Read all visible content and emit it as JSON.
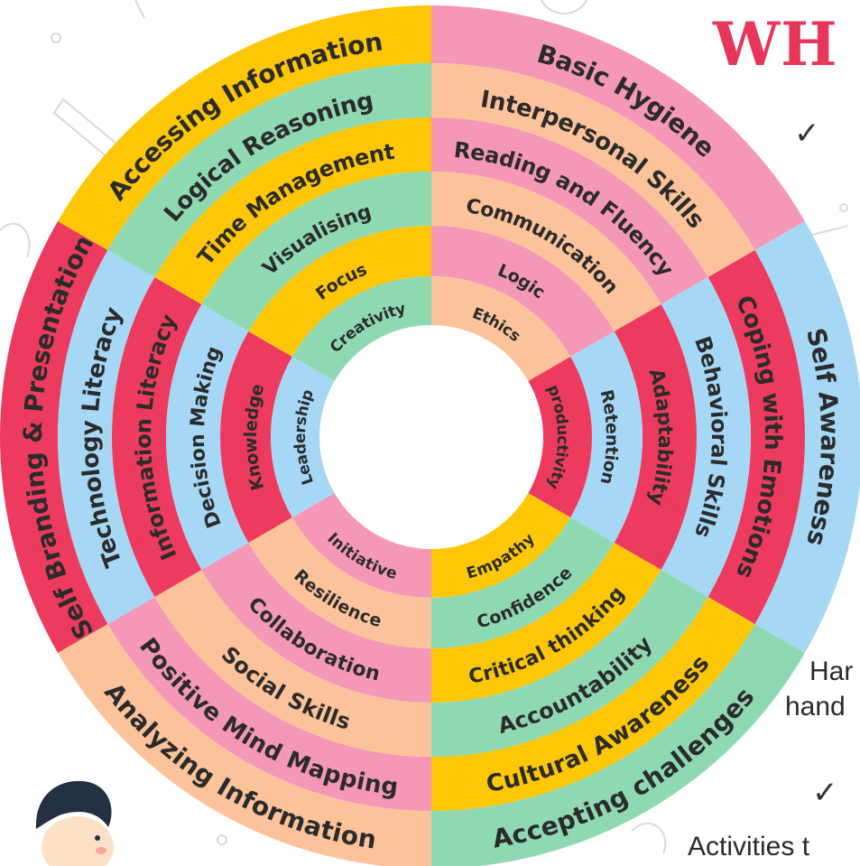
{
  "heading": {
    "partial": "WH"
  },
  "right_text": {
    "line1": "Har",
    "line2": "hand",
    "line3": "Activities t"
  },
  "colors": {
    "pink": "#f598b8",
    "peach": "#fcc39a",
    "blue": "#a6d8f6",
    "red": "#ec3b5e",
    "yellow": "#fdc708",
    "green": "#8fd9b2",
    "text": "#2b2b2b",
    "title": "#e8355a"
  },
  "wheel": {
    "sectors": [
      {
        "name": "upper-left",
        "rings": [
          {
            "label": "Basic Hygiene",
            "color": "pink"
          },
          {
            "label": "Interpersonal Skills",
            "color": "peach"
          },
          {
            "label": "Reading and Fluency",
            "color": "pink"
          },
          {
            "label": "Communication",
            "color": "peach"
          },
          {
            "label": "Logic",
            "color": "pink"
          },
          {
            "label": "Ethics",
            "color": "peach"
          }
        ]
      },
      {
        "name": "upper-right",
        "rings": [
          {
            "label": "Self  Awareness",
            "color": "blue"
          },
          {
            "label": "Coping with Emotions",
            "color": "red"
          },
          {
            "label": "Behavioral Skills",
            "color": "blue"
          },
          {
            "label": "Adaptability",
            "color": "red"
          },
          {
            "label": "Retention",
            "color": "blue"
          },
          {
            "label": "productivity",
            "color": "red"
          }
        ]
      },
      {
        "name": "right",
        "rings": [
          {
            "label": "Accepting challenges",
            "color": "green"
          },
          {
            "label": "Cultural Awareness",
            "color": "yellow"
          },
          {
            "label": "Accountability",
            "color": "green"
          },
          {
            "label": "Critical thinking",
            "color": "yellow"
          },
          {
            "label": "Confidence",
            "color": "green"
          },
          {
            "label": "Empathy",
            "color": "yellow"
          }
        ]
      },
      {
        "name": "lower-right",
        "rings": [
          {
            "label": "Analyzing Information",
            "color": "peach"
          },
          {
            "label": "Positive Mind Mapping",
            "color": "pink"
          },
          {
            "label": "Social Skills",
            "color": "peach"
          },
          {
            "label": "Collaboration",
            "color": "pink"
          },
          {
            "label": "Resilience",
            "color": "peach"
          },
          {
            "label": "Initiative",
            "color": "pink"
          }
        ]
      },
      {
        "name": "lower-left",
        "rings": [
          {
            "label": "Self Branding & Presentation",
            "color": "red"
          },
          {
            "label": "Technology Literacy",
            "color": "blue"
          },
          {
            "label": "Information Literacy",
            "color": "red"
          },
          {
            "label": "Decision Making",
            "color": "blue"
          },
          {
            "label": "Knowledge",
            "color": "red"
          },
          {
            "label": "Leadership",
            "color": "blue"
          }
        ]
      },
      {
        "name": "left",
        "rings": [
          {
            "label": "Accessing Information",
            "color": "yellow"
          },
          {
            "label": "Logical Reasoning",
            "color": "green"
          },
          {
            "label": "Time Management",
            "color": "yellow"
          },
          {
            "label": "Visualising",
            "color": "green"
          },
          {
            "label": "Focus",
            "color": "yellow"
          },
          {
            "label": "Creativity",
            "color": "green"
          }
        ]
      }
    ]
  }
}
